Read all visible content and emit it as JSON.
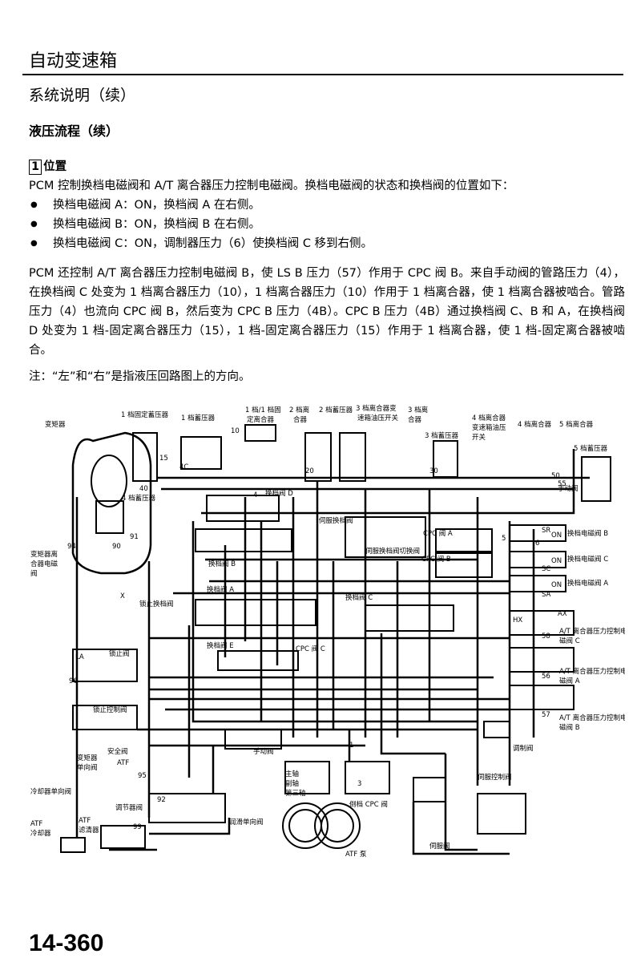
{
  "header": {
    "title": "自动变速箱"
  },
  "section_title": "系统说明（续）",
  "subsection_title": "液压流程（续）",
  "step": {
    "number": "1",
    "title": "位置",
    "intro": "PCM 控制换档电磁阀和 A/T 离合器压力控制电磁阀。换档电磁阀的状态和换档阀的位置如下：",
    "bullets": [
      "换档电磁阀 A：ON，换档阀 A 在右侧。",
      "换档电磁阀 B：ON，换档阀 B 在右侧。",
      "换档电磁阀 C：ON，调制器压力（6）使换档阀 C 移到右侧。"
    ]
  },
  "paragraph": "PCM 还控制 A/T 离合器压力控制电磁阀 B，使 LS B 压力（57）作用于 CPC 阀 B。来自手动阀的管路压力（4），在换档阀 C 处变为 1 档离合器压力（10），1 档离合器压力（10）作用于 1 档离合器，使 1 档离合器被啮合。管路压力（4）也流向 CPC 阀 B，然后变为 CPC B 压力（4B）。CPC B 压力（4B）通过换档阀 C、B 和 A，在换档阀 D 处变为 1 档-固定离合器压力（15），1 档-固定离合器压力（15）作用于 1 档离合器，使 1 档-固定离合器被啮合。",
  "note": "注：“左”和“右”是指液压回路图上的方向。",
  "diagram": {
    "labels": {
      "torque_converter": "变矩器",
      "first_hold_accumulator": "1 档固定蓄压器",
      "first_accumulator": "1 档蓄压器",
      "first_clutch_a": "1 档/1 档固",
      "first_clutch_b": "定离合器",
      "second_clutch_a": "2 档离",
      "second_clutch_b": "合器",
      "second_accumulator": "2 档蓄压器",
      "third_clutch_trans_a": "3 档离合器变",
      "third_clutch_trans_b": "速箱油压开关",
      "third_clutch_a": "3 档离",
      "third_clutch_b": "合器",
      "third_accumulator": "3 档蓄压器",
      "fourth_switch_a": "4 档离合器",
      "fourth_switch_b": "变速箱油压",
      "fourth_switch_c": "开关",
      "fourth_clutch": "4 档离合器",
      "fifth_clutch": "5 档离合器",
      "fifth_accumulator": "5 档蓄压器",
      "fourth_accumulator": "4 档蓄压器",
      "manual_valve_top": "手动阀",
      "shift_valve_d": "换档阀 D",
      "servo_shift_valve": "伺服换档阀",
      "servo_shift_check": "伺服换档阀切换阀",
      "cpc_a": "CPC 阀 A",
      "cpc_b": "CPC 阀 B",
      "sol_b": "换档电磁阀 B",
      "sol_c": "换档电磁阀 C",
      "sol_a": "换档电磁阀 A",
      "on": "ON",
      "lc_solenoid_a": "变矩器离",
      "lc_solenoid_b": "合器电磁",
      "lc_solenoid_c": "阀",
      "shift_valve_b": "换档阀 B",
      "shift_valve_a": "换档阀 A",
      "shift_valve_c": "换档阀 C",
      "shift_valve_e": "换档阀 E",
      "cpc_c": "CPC 阀 C",
      "lockup_shift": "锁止换档阀",
      "lockup_valve": "锁止阀",
      "lockup_control": "锁止控制阀",
      "safety_valve": "安全阀",
      "tc_check_a": "变矩器",
      "tc_check_b": "单向阀",
      "cooler_check": "冷却器单向阀",
      "regulator": "调节器阀",
      "lube_check": "润滑单向阀",
      "atf_cooler_a": "ATF",
      "atf_cooler_b": "冷却器",
      "atf_filter_a": "ATF",
      "atf_filter_b": "滤清器",
      "atf_pump": "ATF 泵",
      "manual_valve": "手动阀",
      "shaft_a": "主轴",
      "shaft_b": "副轴",
      "shaft_c": "第三轴",
      "servo_control": "伺服控制阀",
      "servo_valve": "伺服阀",
      "modulator": "调制阀",
      "reverse_cpc": "倒档 CPC 阀",
      "lspc_c_a": "A/T 离合器压力控制电",
      "lspc_c_b": "磁阀 C",
      "lspc_a_a": "A/T 离合器压力控制电",
      "lspc_a_b": "磁阀 A",
      "lspc_b_a": "A/T 离合器压力控制电",
      "lspc_b_b": "磁阀 B",
      "p_10": "10",
      "p_15": "15",
      "p_4c": "4C",
      "p_40": "40",
      "p_50": "50",
      "p_55": "55",
      "p_20": "20",
      "p_30": "30",
      "p_91": "91",
      "p_94": "94",
      "p_96": "96",
      "p_90": "90",
      "p_92": "92",
      "p_95": "95",
      "p_99": "99",
      "p_4": "4",
      "p_57": "57",
      "p_56": "56",
      "p_58": "58",
      "p_6": "6",
      "p_5": "5",
      "p_1": "1",
      "p_3": "3",
      "x": "X",
      "hx": "HX",
      "sr": "SR",
      "sc": "SC",
      "sa": "SA",
      "la": "LA",
      "ax": "AX",
      "atf_lbl": "ATF"
    }
  },
  "page_number": "14-360"
}
